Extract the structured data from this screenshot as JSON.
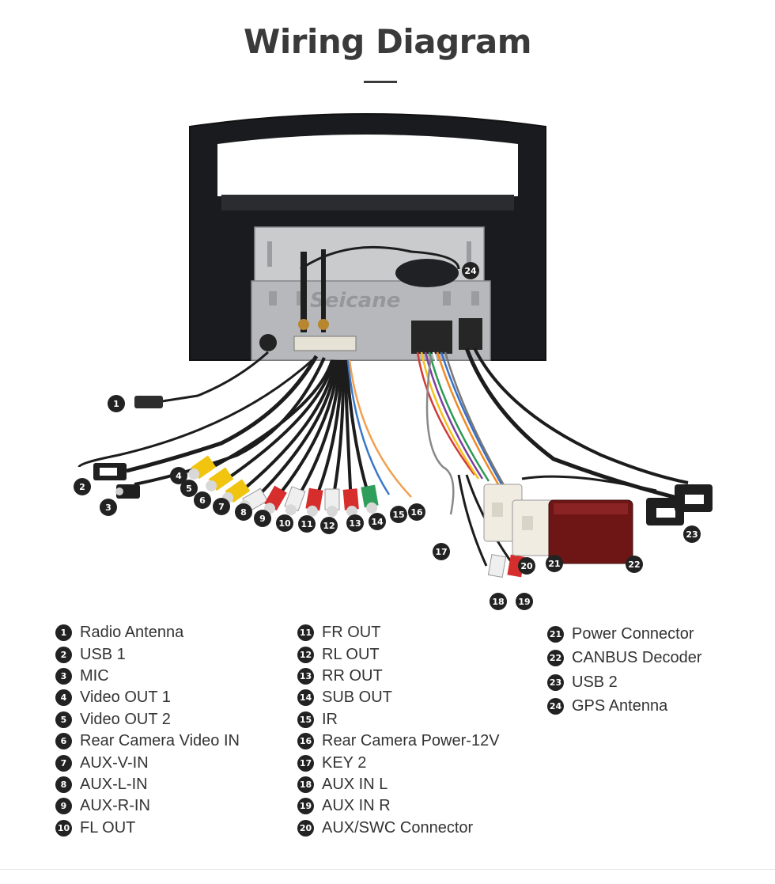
{
  "header": {
    "title": "Wiring Diagram"
  },
  "diagram": {
    "watermark": "Seicane",
    "markers": [
      "1",
      "2",
      "3",
      "4",
      "5",
      "6",
      "7",
      "8",
      "9",
      "10",
      "11",
      "12",
      "13",
      "14",
      "15",
      "16",
      "17",
      "18",
      "19",
      "20",
      "21",
      "22",
      "23",
      "24"
    ]
  },
  "legend": {
    "columns": [
      [
        {
          "num": "1",
          "label": "Radio Antenna"
        },
        {
          "num": "2",
          "label": "USB 1"
        },
        {
          "num": "3",
          "label": "MIC"
        },
        {
          "num": "4",
          "label": "Video OUT 1"
        },
        {
          "num": "5",
          "label": "Video OUT 2"
        },
        {
          "num": "6",
          "label": "Rear Camera Video IN"
        },
        {
          "num": "7",
          "label": "AUX-V-IN"
        },
        {
          "num": "8",
          "label": "AUX-L-IN"
        },
        {
          "num": "9",
          "label": "AUX-R-IN"
        },
        {
          "num": "10",
          "label": "FL OUT"
        }
      ],
      [
        {
          "num": "11",
          "label": "FR OUT"
        },
        {
          "num": "12",
          "label": "RL OUT"
        },
        {
          "num": "13",
          "label": "RR OUT"
        },
        {
          "num": "14",
          "label": "SUB OUT"
        },
        {
          "num": "15",
          "label": "IR"
        },
        {
          "num": "16",
          "label": "Rear Camera Power-12V"
        },
        {
          "num": "17",
          "label": "KEY 2"
        },
        {
          "num": "18",
          "label": "AUX IN L"
        },
        {
          "num": "19",
          "label": "AUX IN R"
        },
        {
          "num": "20",
          "label": "AUX/SWC Connector"
        }
      ],
      [
        {
          "num": "21",
          "label": "Power Connector"
        },
        {
          "num": "22",
          "label": "CANBUS Decoder"
        },
        {
          "num": "23",
          "label": "USB 2"
        },
        {
          "num": "24",
          "label": "GPS Antenna"
        }
      ]
    ]
  }
}
